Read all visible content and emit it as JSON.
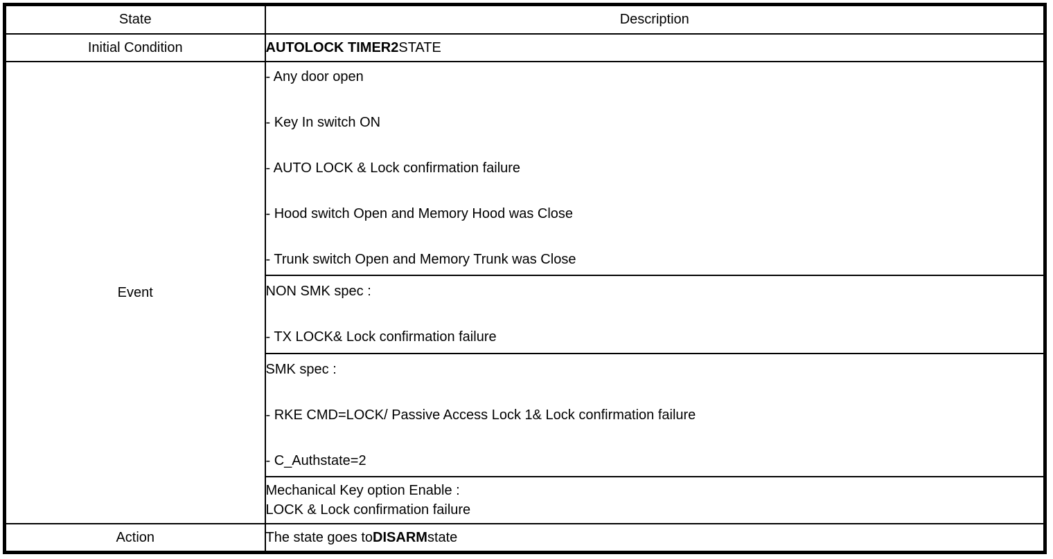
{
  "table": {
    "header": {
      "state": "State",
      "description": "Description"
    },
    "rows": {
      "initial_condition": {
        "label": "Initial Condition",
        "value_bold": "AUTOLOCK TIMER2",
        "value_regular": "STATE"
      },
      "event": {
        "label": "Event",
        "general_conditions": [
          "- Any door open",
          "- Key In switch ON",
          "- AUTO LOCK & Lock confirmation failure",
          "- Hood switch Open and Memory Hood was Close",
          "- Trunk switch Open and Memory Trunk was Close"
        ],
        "non_smk_spec": [
          "NON SMK spec :",
          "- TX LOCK& Lock confirmation failure"
        ],
        "smk_spec": [
          "SMK spec :",
          "- RKE CMD=LOCK/ Passive Access Lock 1& Lock confirmation failure",
          "- C_Authstate=2"
        ],
        "mechanical_key": [
          "Mechanical Key option Enable :",
          "LOCK & Lock confirmation failure"
        ]
      },
      "action": {
        "label": "Action",
        "text_prefix": "The state goes to",
        "text_bold": "DISARM",
        "text_suffix": "state"
      }
    }
  }
}
